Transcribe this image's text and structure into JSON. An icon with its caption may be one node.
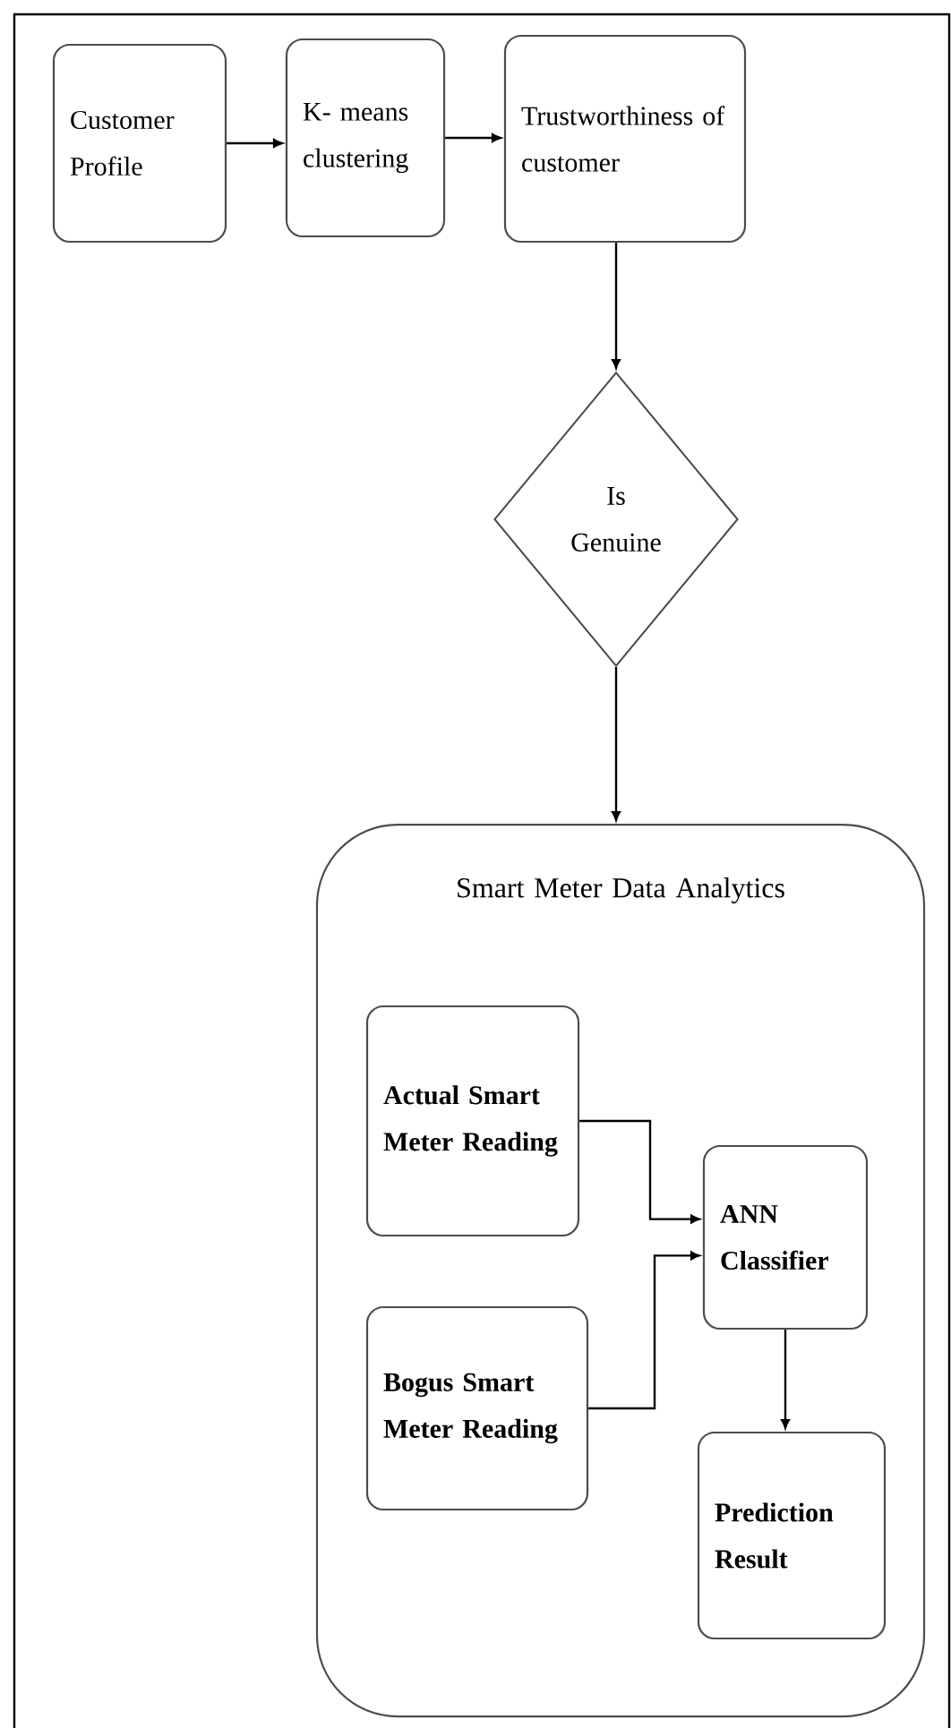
{
  "diagram": {
    "nodes": [
      {
        "text": [
          "Customer Profile"
        ]
      },
      {
        "text": [
          "K- means clustering"
        ]
      },
      {
        "text": [
          "Trustworthiness of customer"
        ]
      },
      {
        "text": [
          "Is Genuine"
        ]
      },
      {
        "text": [
          "Smart Meter Data Analytics"
        ]
      },
      {
        "text": [
          "Actual Smart Meter Reading"
        ],
        "in": 4
      },
      {
        "text": [
          "Bogus Smart Meter Reading"
        ],
        "in": 4
      },
      {
        "text": [
          "ANN Classifier"
        ],
        "in": 4
      },
      {
        "text": [
          "Prediction Result"
        ],
        "in": 4
      }
    ],
    "edges": [
      {
        "from": 0,
        "to": 1,
        "arrow": "to"
      },
      {
        "from": 1,
        "to": 2,
        "arrow": "to"
      },
      {
        "from": 2,
        "to": 3,
        "arrow": "to"
      },
      {
        "from": 3,
        "to": 4,
        "arrow": "to"
      },
      {
        "from": 5,
        "to": 7,
        "arrow": "to"
      },
      {
        "from": 6,
        "to": 7,
        "arrow": "to"
      },
      {
        "from": 7,
        "to": 8,
        "arrow": "to"
      }
    ]
  }
}
